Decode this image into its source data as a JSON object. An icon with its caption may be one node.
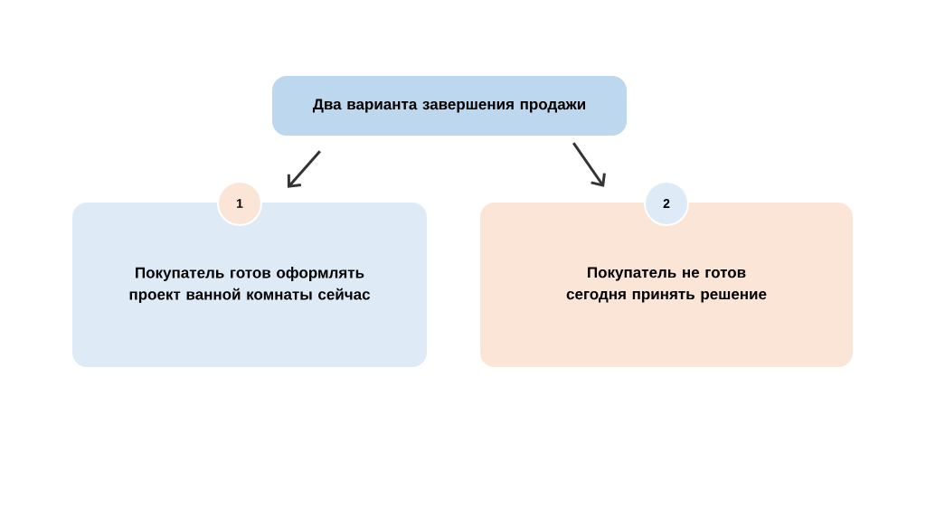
{
  "diagram": {
    "nodes": [
      {
        "text": [
          "Два варианта завершения продажи"
        ]
      },
      {
        "text": [
          "Покупатель готов оформлять проект ванной комнаты сейчас"
        ]
      },
      {
        "text": [
          "1"
        ]
      },
      {
        "text": [
          "Покупатель не готов сегодня принять решение"
        ]
      },
      {
        "text": [
          "2"
        ]
      }
    ],
    "edges": [
      {
        "from": 0,
        "to": 1,
        "arrow": "to"
      },
      {
        "from": 0,
        "to": 3,
        "arrow": "to"
      }
    ]
  }
}
